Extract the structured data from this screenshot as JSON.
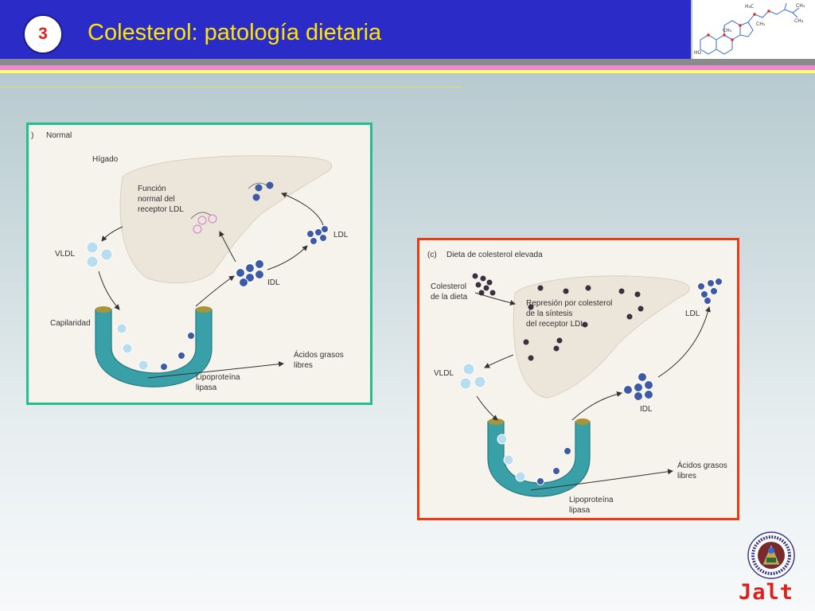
{
  "header": {
    "slide_number": "3",
    "title": "Colesterol: patología dietaria"
  },
  "panel_normal": {
    "heading_mark": ")",
    "heading": "Normal",
    "liver": "Hígado",
    "function_text": [
      "Función",
      "normal del",
      "receptor LDL"
    ],
    "vldl": "VLDL",
    "ldl": "LDL",
    "idl": "IDL",
    "capillary": "Capilaridad",
    "fatty_acids": [
      "Ácidos grasos",
      "libres"
    ],
    "lipase": [
      "Lipoproteína",
      "lipasa"
    ]
  },
  "panel_high": {
    "heading_mark": "(c)",
    "heading": "Dieta de colesterol elevada",
    "dietary": [
      "Colesterol",
      "de la dieta"
    ],
    "repression": [
      "Represión por colesterol",
      "de la síntesis",
      "del receptor LDL"
    ],
    "vldl": "VLDL",
    "ldl": "LDL",
    "idl": "IDL",
    "fatty_acids": [
      "Ácidos grasos",
      "libres"
    ],
    "lipase": [
      "Lipoproteína",
      "lipasa"
    ]
  },
  "footer": {
    "signature": "Jalt"
  },
  "colors": {
    "header_bg": "#2b2bc8",
    "title": "#ffe600",
    "panel_normal_border": "#1fc08e",
    "panel_high_border": "#ee3a12",
    "liver": "#ece6da",
    "capillary": "#3aa0a8",
    "particle_dark": "#3c5aa6",
    "particle_light": "#b8dcf0"
  },
  "icons": [
    "cholesterol-molecule-icon",
    "university-seal-icon"
  ]
}
